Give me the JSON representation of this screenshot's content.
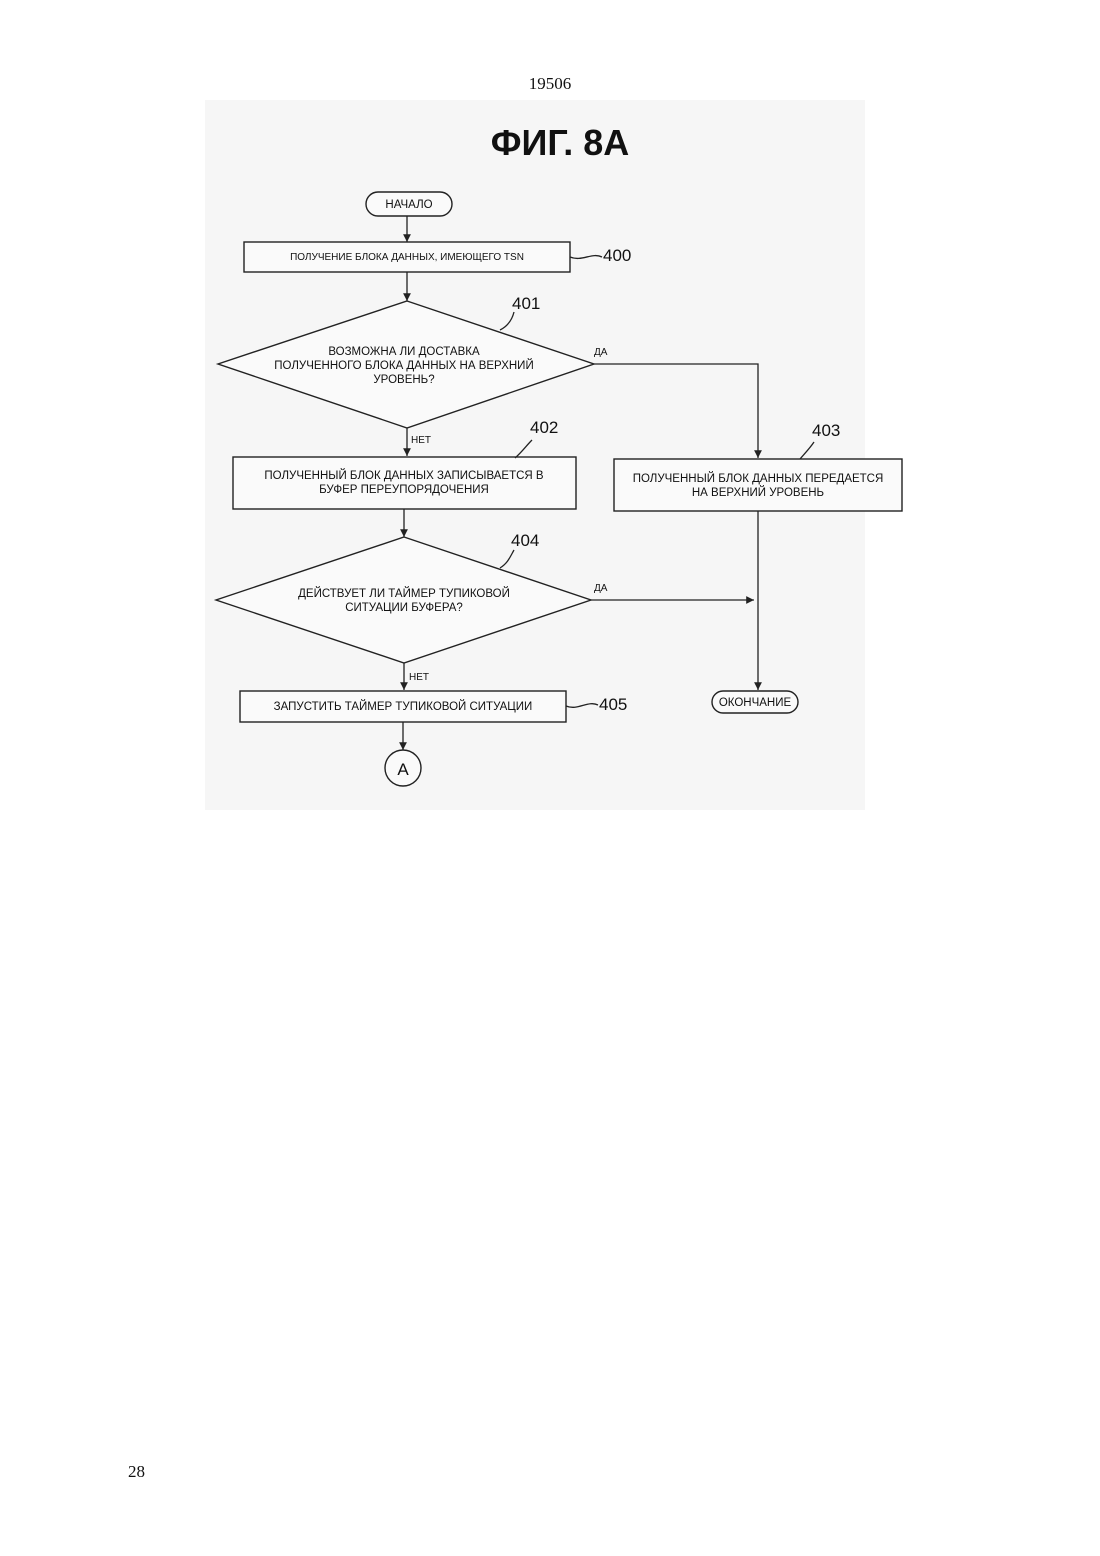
{
  "header": {
    "page_id": "19506"
  },
  "footer": {
    "page_number": "28"
  },
  "figure": {
    "title": "ФИГ. 8А",
    "start": "НАЧАЛО",
    "end": "ОКОНЧАНИЕ",
    "connector": "А",
    "steps": {
      "s400": {
        "ref": "400",
        "text": "ПОЛУЧЕНИЕ БЛОКА ДАННЫХ, ИМЕЮЩЕГО TSN"
      },
      "s401": {
        "ref": "401",
        "lines": [
          "ВОЗМОЖНА ЛИ ДОСТАВКА",
          "ПОЛУЧЕННОГО БЛОКА ДАННЫХ НА ВЕРХНИЙ",
          "УРОВЕНЬ?"
        ]
      },
      "s402": {
        "ref": "402",
        "lines": [
          "ПОЛУЧЕННЫЙ БЛОК ДАННЫХ ЗАПИСЫВАЕТСЯ В",
          "БУФЕР ПЕРЕУПОРЯДОЧЕНИЯ"
        ]
      },
      "s403": {
        "ref": "403",
        "lines": [
          "ПОЛУЧЕННЫЙ БЛОК ДАННЫХ ПЕРЕДАЕТСЯ",
          "НА ВЕРХНИЙ УРОВЕНЬ"
        ]
      },
      "s404": {
        "ref": "404",
        "lines": [
          "ДЕЙСТВУЕТ ЛИ ТАЙМЕР ТУПИКОВОЙ",
          "СИТУАЦИИ БУФЕРА?"
        ]
      },
      "s405": {
        "ref": "405",
        "text": "ЗАПУСТИТЬ ТАЙМЕР ТУПИКОВОЙ СИТУАЦИИ"
      }
    },
    "labels": {
      "yes": "ДА",
      "no": "НЕТ"
    }
  }
}
